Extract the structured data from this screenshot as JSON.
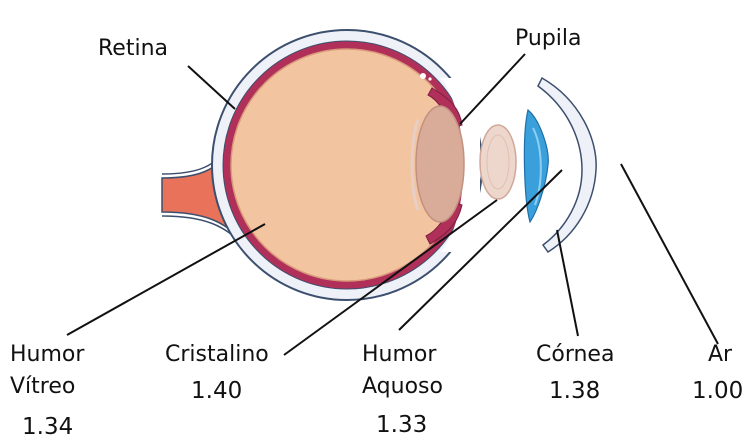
{
  "labels": {
    "retina": "Retina",
    "pupila": "Pupila",
    "humor_vitreo": [
      "Humor",
      "Vítreo"
    ],
    "cristalino": "Cristalino",
    "humor_aquoso": [
      "Humor",
      "Aquoso"
    ],
    "cornea": "Córnea",
    "ar": "Ar"
  },
  "refractive_indices": {
    "humor_vitreo": "1.34",
    "cristalino": "1.40",
    "humor_aquoso": "1.33",
    "cornea": "1.38",
    "ar": "1.00"
  },
  "colors": {
    "sclera_outline": "#3d4f6e",
    "sclera_fill": "#eef2f8",
    "choroid": "#b0305a",
    "vitreous": "#f2c4a0",
    "optic_nerve": "#e8735a",
    "lens": "#edd6cc",
    "cornea_blue": "#3aa0dc"
  }
}
